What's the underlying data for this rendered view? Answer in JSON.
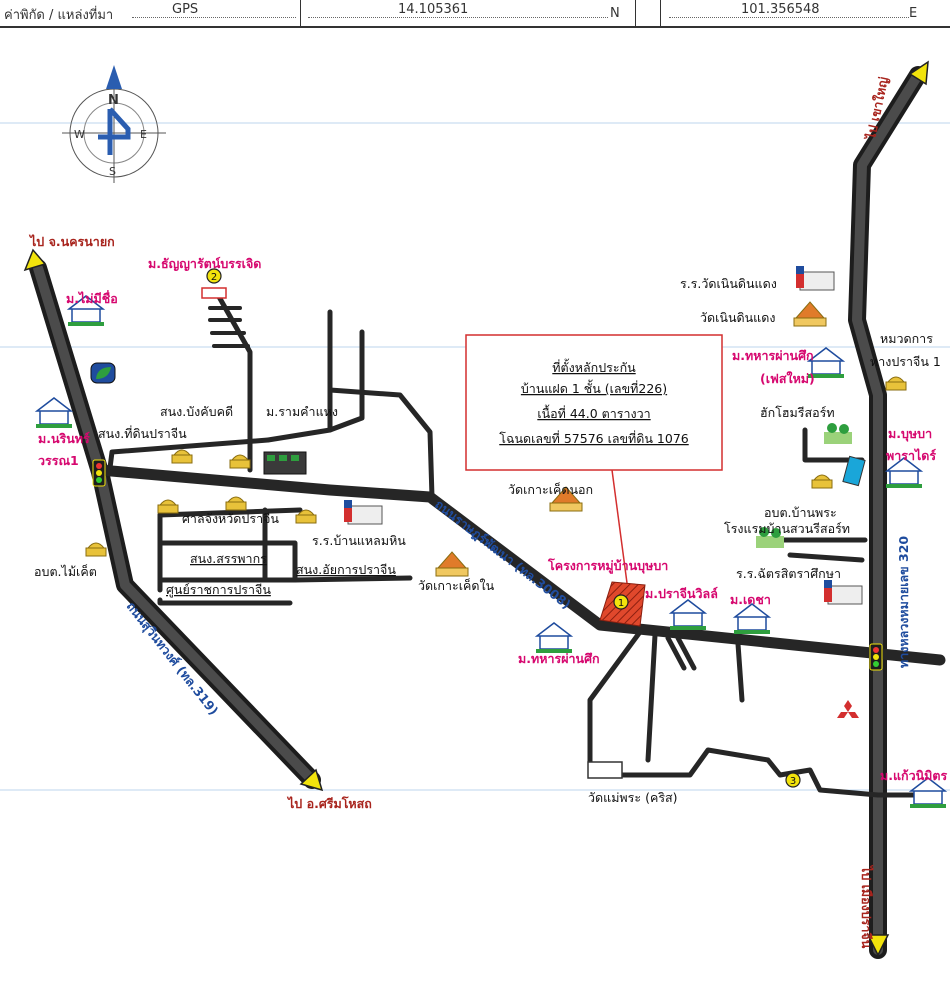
{
  "header": {
    "coord_label": "ค่าพิกัด / แหล่งที่มา",
    "source": "GPS",
    "lat": "14.105361",
    "lat_dir": "N",
    "lon": "101.356548",
    "lon_dir": "E"
  },
  "compass": {
    "n": "N",
    "s": "S",
    "e": "E",
    "w": "W"
  },
  "infobox": {
    "title": "ที่ตั้งหลักประกัน",
    "line1": "บ้านแฝด 1 ชั้น (เลขที่226)",
    "line2": "เนื้อที่ 44.0 ตารางวา",
    "line3": "โฉนดเลขที่ 57576 เลขที่ดิน 1076"
  },
  "directions": {
    "nakhon_nayok": "ไป จ.นครนายก",
    "khao_yai": "ไป เขาใหญ่",
    "sri_maha_phot": "ไป อ.ศรีมโหสถ",
    "mueang_prachin": "ไป เมืองปราจีน"
  },
  "roads": {
    "rat_phatthana": "ถนนราษฎร์พัฒนา (ทล.3008)",
    "suwinthawong": "ถนนสุวินทวงศ์ (ทล.319)",
    "highway_320": "ทางหลวงหมายเลข 320"
  },
  "villages": {
    "mai_mi_chue": "ม.ไม่มีชื่อ",
    "naris_1": "ม.นรินทร์",
    "naris_2": "วรรณ1",
    "thanyarat": "ม.ธัญญารัตน์บรรเจิด",
    "ramkhamhaeng": "ม.รามคำแหง",
    "thahan_new_1": "ม.ทหารผ่านศึก",
    "thahan_new_2": "(เฟสใหม่)",
    "bussaba_1": "ม.บุษบา",
    "bussaba_2": "พาราไดร์",
    "prachin_ville": "ม.ปราจีนวิลล์",
    "det_cha": "ม.เดชา",
    "thahan": "ม.ทหารผ่านศึก",
    "kaew_nimit": "ม.แก้วนิมิตร"
  },
  "places": {
    "land_office": "สนง.ที่ดินปราจีน",
    "enforcement": "สนง.บังคับคดี",
    "provincial_court": "ศาลจังหวัดปราจีน",
    "revenue": "สนง.สรรพากร",
    "government_center": "ศูนย์ราชการปราจีน",
    "attorney": "สนง.อัยการปราจีน",
    "school_laem_hin": "ร.ร.บ้านแหลมหิน",
    "obt_mai_khet": "อบต.ไม้เค็ต",
    "wat_ko_khet_nok": "วัดเกาะเค็ดนอก",
    "wat_ko_khet_nai": "วัดเกาะเค็ดใน",
    "project": "โครงการหมู่บ้านบุษบา",
    "school_noen_din_daeng": "ร.ร.วัดเนินดินแดง",
    "wat_noen_din_daeng": "วัดเนินดินแดง",
    "highway_district_1": "หมวดการ",
    "highway_district_2": "ทางปราจีน 1",
    "hug_home": "ฮักโฮมรีสอร์ท",
    "obt_ban_phra": "อบต.บ้านพระ",
    "suan_resort": "โรงแรมบ้านสวนรีสอร์ท",
    "school_chatsiri": "ร.ร.ฉัตรสิตราศึกษา",
    "wat_mae_phra": "วัดแม่พระ (คริส)"
  },
  "markers": {
    "m1": "1",
    "m2": "2",
    "m3": "3"
  },
  "colors": {
    "road": "#262626",
    "main_road_fill": "#303030",
    "village_label": "#d6086f",
    "direction_label": "#a8241d",
    "road_label": "#1f4c9e",
    "infobox_border": "#d32f2f",
    "project_plot": "#e0482c",
    "marker_fill": "#f2e30c",
    "compass": "#2a5db0"
  }
}
